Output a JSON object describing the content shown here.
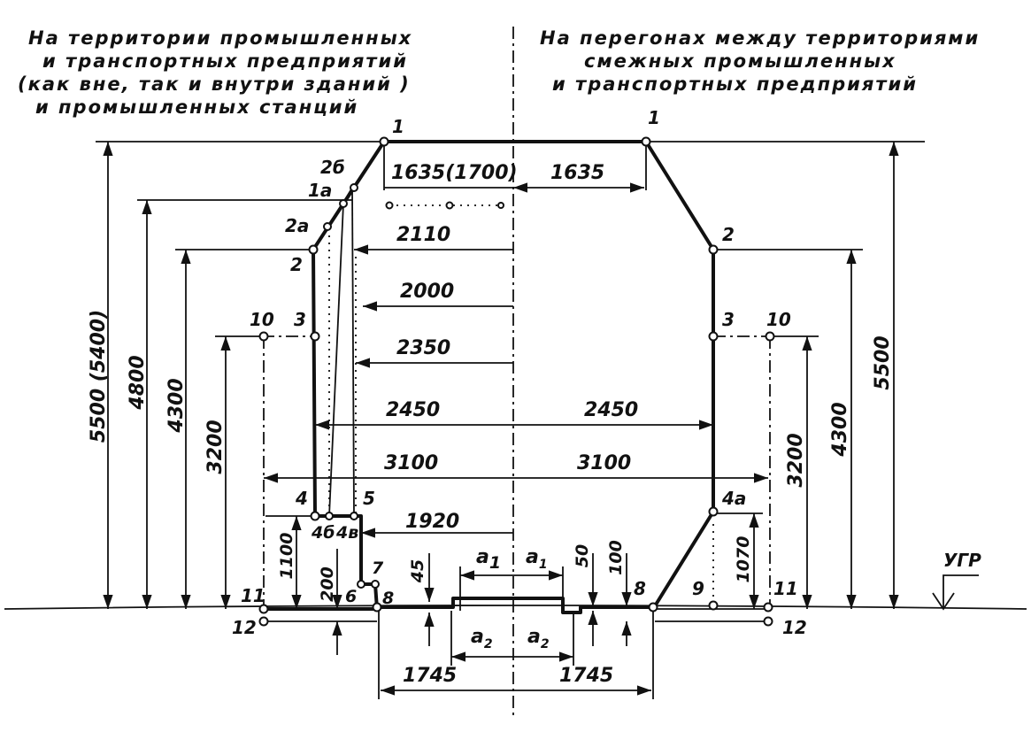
{
  "headers": {
    "left": [
      "На территории промышленных",
      "и транспортных предприятий",
      "(как вне, так и внутри зданий )",
      "и промышленных станций"
    ],
    "right": [
      "На перегонах между территориями",
      "смежных промышленных",
      "и транспортных предприятий"
    ]
  },
  "vertical_dims": {
    "left_outer": "5500 (5400)",
    "left_4800": "4800",
    "left_4300": "4300",
    "left_3200": "3200",
    "left_1100": "1100",
    "left_200": "200",
    "left_45": "45",
    "right_50": "50",
    "right_100": "100",
    "right_1070": "1070",
    "right_3200": "3200",
    "right_4300": "4300",
    "right_5500": "5500"
  },
  "horizontal_dims": {
    "left_1635": "1635(1700)",
    "right_1635": "1635",
    "d_2110": "2110",
    "d_2000": "2000",
    "d_2350": "2350",
    "left_2450": "2450",
    "right_2450": "2450",
    "left_3100": "3100",
    "right_3100": "3100",
    "d_1920": "1920",
    "left_1745": "1745",
    "right_1745": "1745",
    "a1_left": "a",
    "a1_right": "a",
    "a1_sub": "1",
    "a2_left": "a",
    "a2_right": "a",
    "a2_sub": "2"
  },
  "point_labels": {
    "p1_left": "1",
    "p1_right": "1",
    "p2b": "2б",
    "p1a": "1а",
    "p2a": "2а",
    "p2_left": "2",
    "p2_right": "2",
    "p3_left": "3",
    "p3_right": "3",
    "p10_left": "10",
    "p10_right": "10",
    "p4": "4",
    "p5": "5",
    "p4b": "4б",
    "p4v": "4в",
    "p4a": "4а",
    "p6": "6",
    "p7": "7",
    "p8_left": "8",
    "p8_right": "8",
    "p9": "9",
    "p11_left": "11",
    "p11_right": "11",
    "p12_left": "12",
    "p12_right": "12"
  },
  "ugr_label": "УГР"
}
